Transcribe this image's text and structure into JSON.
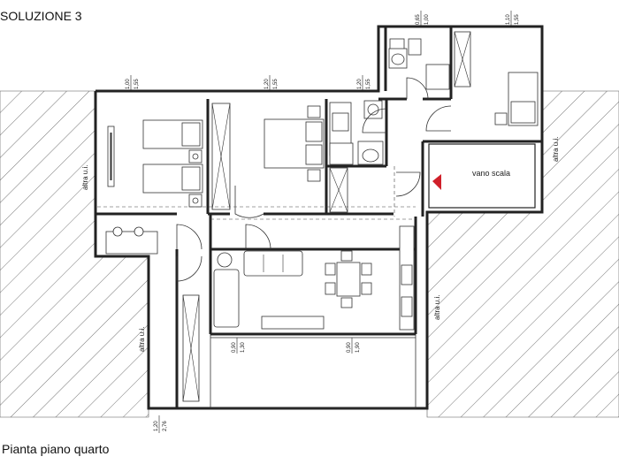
{
  "title": "SOLUZIONE 3",
  "caption": "Pianta piano quarto",
  "labels": {
    "stairwell": "vano scala",
    "other_unit": "altra u.i."
  },
  "dimensions": {
    "d1": {
      "top": "1,00",
      "bottom": "1,55"
    },
    "d2": {
      "top": "1,20",
      "bottom": "1,55"
    },
    "d3": {
      "top": "1,20",
      "bottom": "1,55"
    },
    "d4": {
      "top": "0,65",
      "bottom": "1,00"
    },
    "d5": {
      "top": "1,10",
      "bottom": "1,55"
    },
    "d6": {
      "top": "0,90",
      "bottom": "1,30"
    },
    "d7": {
      "top": "0,90",
      "bottom": "1,90"
    },
    "d8": {
      "top": "1,20",
      "bottom": "2,76"
    }
  },
  "colors": {
    "wall": "#222222",
    "hatch": "#555555",
    "arrow": "#d0202a"
  }
}
